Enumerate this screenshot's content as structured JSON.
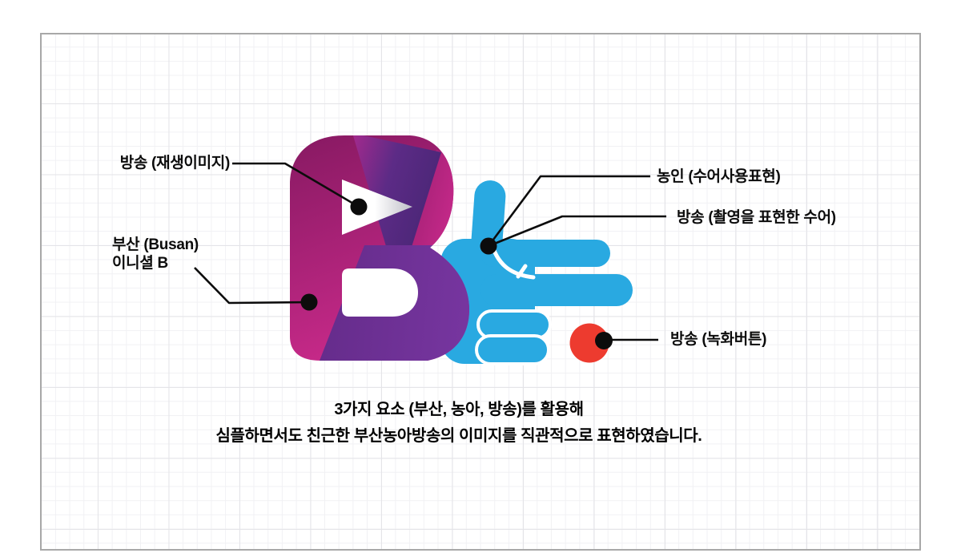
{
  "annotations": {
    "play": "방송 (재생이미지)",
    "busan_line1": "부산 (Busan)",
    "busan_line2": "이니셜 B",
    "deaf": "농인 (수어사용표현)",
    "filming_sign": "방송 (촬영을 표현한 수어)",
    "record_button": "방송 (녹화버튼)"
  },
  "caption": {
    "line1": "3가지 요소 (부산, 농아, 방송)를 활용해",
    "line2": "심플하면서도 친근한 부산농아방송의 이미지를 직관적으로 표현하였습니다."
  },
  "logo": {
    "letter": "B"
  },
  "colors": {
    "magenta_dark": "#8A1A64",
    "magenta_bright": "#C92A8A",
    "tip_dark": "#9C1F70",
    "tip_bright": "#C6298A",
    "wedge_left": "#AE2A8E",
    "wedge_mid": "#5C2B86",
    "wedge_right": "#4A2676",
    "lower_left": "#652C8B",
    "lower_right": "#7836A1",
    "triangle_shade": "#BFBFC7",
    "hand_blue": "#29A9E1",
    "record_red": "#ED3B2F",
    "leader_black": "#0C0C0C"
  }
}
